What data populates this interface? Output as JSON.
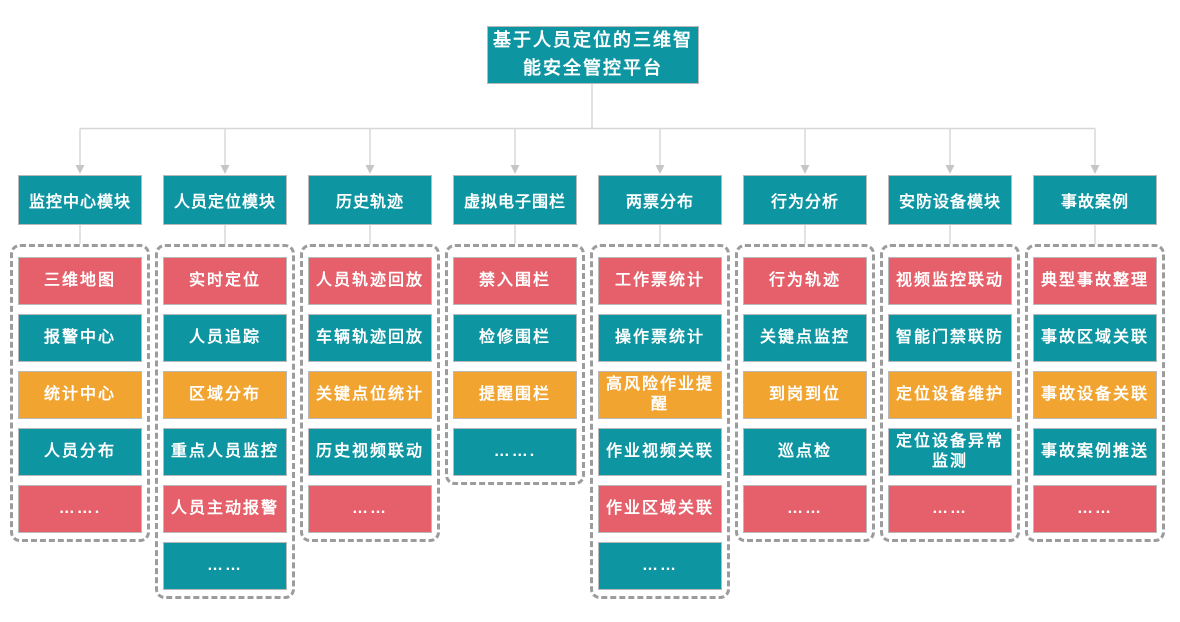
{
  "title": "基于人员定位的三维智能安全管控平台",
  "colors": {
    "teal": "#0D95A2",
    "red": "#E5606A",
    "orange": "#F2A431",
    "connector": "#D6D6D6",
    "arrow": "#C6C6C6",
    "dashed_border": "#9C9C9C"
  },
  "columns": [
    {
      "header": "监控中心模块",
      "items": [
        {
          "label": "三维地图",
          "color": "red"
        },
        {
          "label": "报警中心",
          "color": "teal"
        },
        {
          "label": "统计中心",
          "color": "orange"
        },
        {
          "label": "人员分布",
          "color": "teal"
        },
        {
          "label": "…….",
          "color": "red"
        }
      ]
    },
    {
      "header": "人员定位模块",
      "items": [
        {
          "label": "实时定位",
          "color": "red"
        },
        {
          "label": "人员追踪",
          "color": "teal"
        },
        {
          "label": "区域分布",
          "color": "orange"
        },
        {
          "label": "重点人员监控",
          "color": "teal"
        },
        {
          "label": "人员主动报警",
          "color": "red"
        },
        {
          "label": "……",
          "color": "teal"
        }
      ]
    },
    {
      "header": "历史轨迹",
      "items": [
        {
          "label": "人员轨迹回放",
          "color": "red"
        },
        {
          "label": "车辆轨迹回放",
          "color": "teal"
        },
        {
          "label": "关键点位统计",
          "color": "orange"
        },
        {
          "label": "历史视频联动",
          "color": "teal"
        },
        {
          "label": "……",
          "color": "red"
        }
      ]
    },
    {
      "header": "虚拟电子围栏",
      "items": [
        {
          "label": "禁入围栏",
          "color": "red"
        },
        {
          "label": "检修围栏",
          "color": "teal"
        },
        {
          "label": "提醒围栏",
          "color": "orange"
        },
        {
          "label": "…….",
          "color": "teal"
        }
      ]
    },
    {
      "header": "两票分布",
      "items": [
        {
          "label": "工作票统计",
          "color": "red"
        },
        {
          "label": "操作票统计",
          "color": "teal"
        },
        {
          "label": "高风险作业提醒",
          "color": "orange"
        },
        {
          "label": "作业视频关联",
          "color": "teal"
        },
        {
          "label": "作业区域关联",
          "color": "red"
        },
        {
          "label": "……",
          "color": "teal"
        }
      ]
    },
    {
      "header": "行为分析",
      "items": [
        {
          "label": "行为轨迹",
          "color": "red"
        },
        {
          "label": "关键点监控",
          "color": "teal"
        },
        {
          "label": "到岗到位",
          "color": "orange"
        },
        {
          "label": "巡点检",
          "color": "teal"
        },
        {
          "label": "……",
          "color": "red"
        }
      ]
    },
    {
      "header": "安防设备模块",
      "items": [
        {
          "label": "视频监控联动",
          "color": "red"
        },
        {
          "label": "智能门禁联防",
          "color": "teal"
        },
        {
          "label": "定位设备维护",
          "color": "orange"
        },
        {
          "label": "定位设备异常监测",
          "color": "teal"
        },
        {
          "label": "……",
          "color": "red"
        }
      ]
    },
    {
      "header": "事故案例",
      "items": [
        {
          "label": "典型事故整理",
          "color": "red"
        },
        {
          "label": "事故区域关联",
          "color": "teal"
        },
        {
          "label": "事故设备关联",
          "color": "orange"
        },
        {
          "label": "事故案例推送",
          "color": "teal"
        },
        {
          "label": "……",
          "color": "red"
        }
      ]
    }
  ]
}
